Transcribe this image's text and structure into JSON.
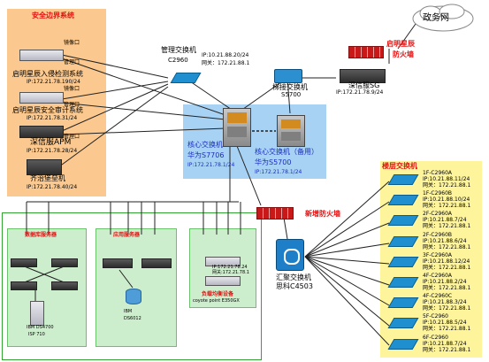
{
  "zones": {
    "security": "安全边界系统",
    "floor": "楼层交换机"
  },
  "internet": "政务网",
  "firewalls": {
    "top_label_1": "启明星辰",
    "top_label_2": "防火墙",
    "new_label": "新增防火墙"
  },
  "mgmt_switch": {
    "title": "管理交换机",
    "model": "C2960",
    "ip": "IP:10.21.88.20/24",
    "gw": "网关：172.21.88.1"
  },
  "border_switch": {
    "title": "梯接交换机",
    "model": "S5700"
  },
  "sangfor_sg": {
    "title": "深信服SG",
    "ip": "IP:172.21.78.9/24"
  },
  "core1": {
    "title": "核心交换机",
    "model": "华为S7706",
    "ip": "IP:172.21.78.1/24"
  },
  "core2": {
    "title": "核心交换机（备用）",
    "model": "华为S5700",
    "ip": "IP:172.21.78.1/24"
  },
  "agg": {
    "title": "汇聚交换机",
    "model": "思科C4503"
  },
  "security_devices": [
    {
      "name": "启明星辰入侵检测系统",
      "ip": "IP:172.21.78.190/24"
    },
    {
      "name": "启明星辰安全审计系统",
      "ip": "IP:172.21.78.31/24"
    },
    {
      "name": "深信服APM",
      "ip": "IP:172.21.78.28/24"
    },
    {
      "name": "齐治堡垒机",
      "ip": "IP:172.21.78.40/24"
    }
  ],
  "ports": {
    "mgmt1": "管理口",
    "mgmt2": "管理口",
    "mgmt3": "管理口",
    "mirror": "镜像口",
    "mirror2": "镜像口"
  },
  "dc": {
    "group1": "数据库服务器",
    "group2": "应用服务器",
    "group3": "负载均衡设备",
    "storage1": "IBM DS4700",
    "storage1b": "ISP 710",
    "storage2": "IBM",
    "storage2b": "DS6012",
    "lb_model": "coyote point E350GX",
    "lb_ip1": "IP:172.21.78.24",
    "lb_ip2": "网关:172.21.78.1"
  },
  "floor_switches": [
    {
      "name": "1F-C2960A",
      "ip": "IP:10.21.88.11/24",
      "gw": "网关：172.21.88.1"
    },
    {
      "name": "1F-C2960B",
      "ip": "IP:10.21.88.10/24",
      "gw": "网关：172.21.88.1"
    },
    {
      "name": "2F-C2960A",
      "ip": "IP:10.21.88.7/24",
      "gw": "网关：172.21.88.1"
    },
    {
      "name": "2F-C2960B",
      "ip": "IP:10.21.88.6/24",
      "gw": "网关：172.21.88.1"
    },
    {
      "name": "3F-C2960A",
      "ip": "IP:10.21.88.12/24",
      "gw": "网关：172.21.88.1"
    },
    {
      "name": "4F-C2960A",
      "ip": "IP:10.21.88.2/24",
      "gw": "网关：172.21.88.1"
    },
    {
      "name": "4F-C2960C",
      "ip": "IP:10.21.88.3/24",
      "gw": "网关：172.21.88.1"
    },
    {
      "name": "5F-C2960",
      "ip": "IP:10.21.88.5/24",
      "gw": "网关：172.21.88.1"
    },
    {
      "name": "6F-C2960",
      "ip": "IP:10.21.88.7/24",
      "gw": "网关：172.21.88.1"
    }
  ]
}
